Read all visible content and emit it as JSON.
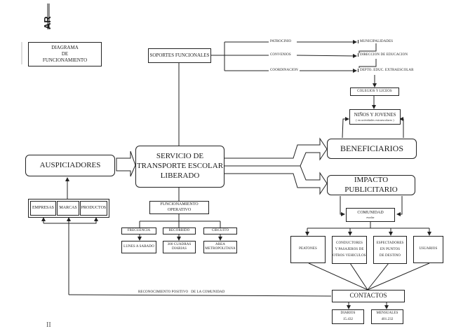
{
  "corner_mark": "AR",
  "page_mark": "II",
  "title_box": {
    "line1": "DIAGRAMA",
    "line2": "DE",
    "line3": "FUNCIONAMIENTO"
  },
  "soportes": {
    "title": "SOPORTES FUNCIONALES",
    "links": [
      "PATROCINIO",
      "CONVENIOS",
      "COORDINACION"
    ],
    "targets": [
      "MUNICIPALIDADES",
      "DIRECCION DE EDUCACION",
      "DEPTO. EDUC. EXTRAESCOLAR"
    ],
    "colegios": "COLEGIOS Y LICEOS"
  },
  "ninos": {
    "title": "NIÑOS Y JOVENES",
    "subtitle": "( en actividades extraescolares )"
  },
  "servicio": {
    "line1": "SERVICIO DE",
    "line2": "TRANSPORTE ESCOLAR",
    "line3": "LIBERADO"
  },
  "auspiciadores": {
    "title": "AUSPICIADORES",
    "items": [
      "EMPRESAS",
      "MARCAS",
      "PRODUCTOS"
    ]
  },
  "beneficiarios": "BENEFICIARIOS",
  "impacto": "IMPACTO PUBLICITARIO",
  "funcionamiento": {
    "title_line1": "FUNCIONAMIENTO",
    "title_line2": "OPERATIVO",
    "columns": [
      {
        "header": "FRECUENCIA",
        "value_line1": "LUNES A SABADO",
        "value_line2": ""
      },
      {
        "header": "RECORRIDO",
        "value_line1": "300 CUADRAS",
        "value_line2": "DIARIAS"
      },
      {
        "header": "CIRCUITO",
        "value_line1": "AREA",
        "value_line2": "METROPOLITANA"
      }
    ]
  },
  "comunidad": {
    "title": "COMUNIDAD",
    "subtitle": "escolar",
    "groups": [
      {
        "line1": "PEATONES",
        "line2": "",
        "line3": ""
      },
      {
        "line1": "CONDUCTORES",
        "line2": "Y PASAJEROS DE",
        "line3": "OTROS VEHICULOS"
      },
      {
        "line1": "ESPECTADORES",
        "line2": "EN PUNTOS",
        "line3": "DE DESTINO"
      },
      {
        "line1": "USUARIOS",
        "line2": "",
        "line3": ""
      }
    ]
  },
  "contactos": {
    "title": "CONTACTOS",
    "diarios_label": "DIARIOS",
    "diarios_value": "15.432",
    "mensuales_label": "MENSUALES",
    "mensuales_value": "401.232"
  },
  "feedback_label": "RECONOCIMIENTO POSITIVO   DE LA COMUNIDAD"
}
